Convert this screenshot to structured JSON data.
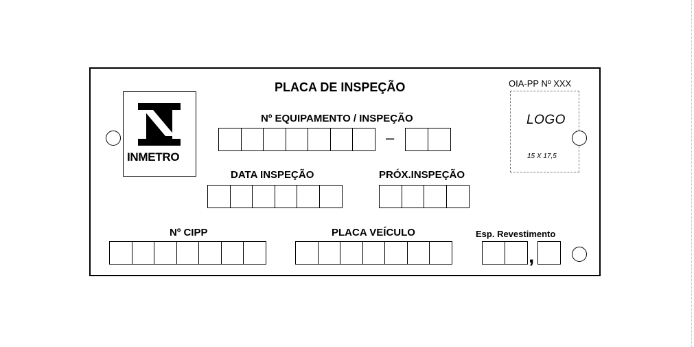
{
  "title": "PLACA DE INSPEÇÃO",
  "oia_label": "OIA-PP Nº XXX",
  "logo": {
    "text": "LOGO",
    "size": "15 X 17,5"
  },
  "inmetro": {
    "name": "INMETRO",
    "icon": "inmetro-logo-icon"
  },
  "fields": {
    "equipamento": {
      "label": "Nº EQUIPAMENTO / INSPEÇÃO",
      "boxes_main": 7,
      "separator": "–",
      "boxes_suffix": 2
    },
    "data_inspecao": {
      "label": "DATA INSPEÇÃO",
      "boxes": 6
    },
    "prox_inspecao": {
      "label": "PRÓX.INSPEÇÃO",
      "boxes": 4
    },
    "cipp": {
      "label": "Nº CIPP",
      "boxes": 7
    },
    "placa_veiculo": {
      "label": "PLACA VEÍCULO",
      "boxes": 7
    },
    "revestimento": {
      "label": "Esp. Revestimento",
      "boxes_int": 2,
      "decimal_separator": ",",
      "boxes_dec": 1
    }
  }
}
